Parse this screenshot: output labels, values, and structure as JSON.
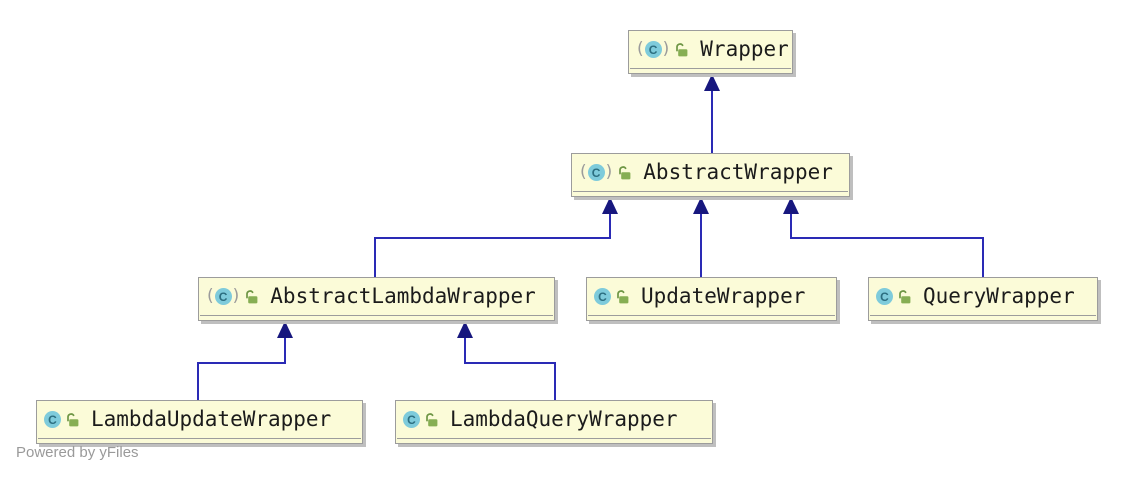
{
  "diagram": {
    "watermark": "Powered by yFiles",
    "icons": {
      "class_letter": "C",
      "abstract_paren_open": "(",
      "abstract_paren_close": ")",
      "class_icon_meaning": "class",
      "paren_icon_meaning": "abstract-class",
      "lock_icon_meaning": "public-open-lock"
    },
    "nodes": [
      {
        "label": "Wrapper",
        "abstract": true
      },
      {
        "label": "AbstractWrapper",
        "abstract": true
      },
      {
        "label": "AbstractLambdaWrapper",
        "abstract": true
      },
      {
        "label": "UpdateWrapper",
        "abstract": false
      },
      {
        "label": "QueryWrapper",
        "abstract": false
      },
      {
        "label": "LambdaUpdateWrapper",
        "abstract": false
      },
      {
        "label": "LambdaQueryWrapper",
        "abstract": false
      }
    ],
    "edges": [
      {
        "from": "AbstractWrapper",
        "to": "Wrapper",
        "type": "inheritance"
      },
      {
        "from": "AbstractLambdaWrapper",
        "to": "AbstractWrapper",
        "type": "inheritance"
      },
      {
        "from": "UpdateWrapper",
        "to": "AbstractWrapper",
        "type": "inheritance"
      },
      {
        "from": "QueryWrapper",
        "to": "AbstractWrapper",
        "type": "inheritance"
      },
      {
        "from": "LambdaUpdateWrapper",
        "to": "AbstractLambdaWrapper",
        "type": "inheritance"
      },
      {
        "from": "LambdaQueryWrapper",
        "to": "AbstractLambdaWrapper",
        "type": "inheritance"
      }
    ],
    "colors": {
      "canvas": "#ffffff",
      "node-fill": "#fbfbd8",
      "node-border": "#9c9c9c",
      "node-shadow": "#bfbfbf",
      "edge-line": "#2a2ab5",
      "edge-arrow": "#17177e",
      "class-icon-fill": "#7ecbdb",
      "class-icon-letter": "#2c6e80",
      "paren-color": "#9b9b9b",
      "lock-green": "#86ae53",
      "lock-stroke": "#6d9544",
      "text": "#1b1b1b",
      "watermark-color": "#9a9a9a"
    }
  }
}
